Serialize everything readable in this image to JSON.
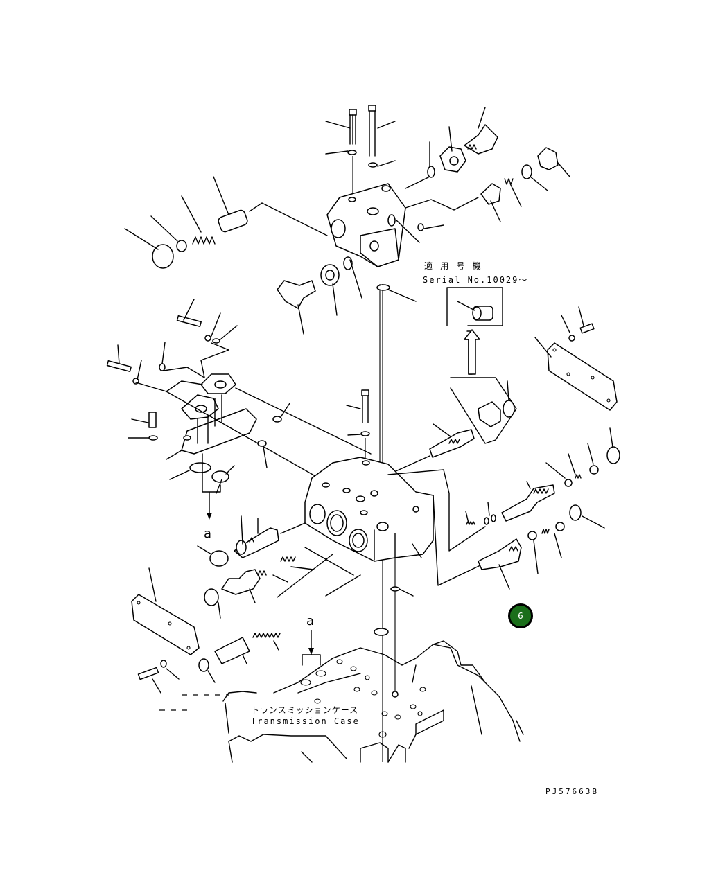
{
  "labels": {
    "serial_jp": "適 用 号 機",
    "serial_en": "Serial No.10029～",
    "case_jp": "トランスミッションケース",
    "case_en": "Transmission Case",
    "marker_a": "a",
    "drawing_code": "PJ57663B"
  },
  "callout": {
    "number": "6",
    "color": "#1a6e1a"
  }
}
